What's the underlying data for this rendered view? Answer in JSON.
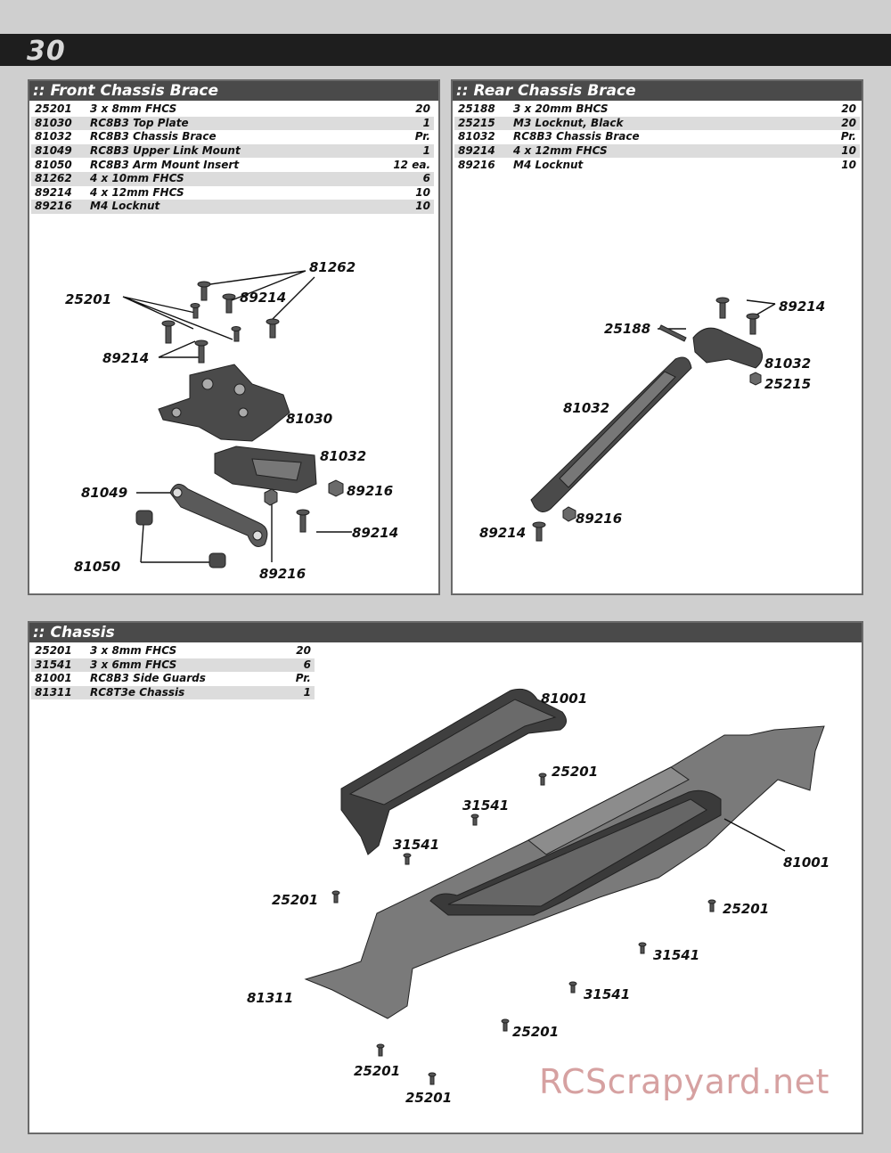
{
  "page": {
    "number": "30"
  },
  "front": {
    "title": ":: Front Chassis Brace",
    "parts": [
      {
        "no": "25201",
        "desc": "3 x 8mm FHCS",
        "qty": "20"
      },
      {
        "no": "81030",
        "desc": "RC8B3 Top Plate",
        "qty": "1"
      },
      {
        "no": "81032",
        "desc": "RC8B3 Chassis Brace",
        "qty": "Pr."
      },
      {
        "no": "81049",
        "desc": "RC8B3 Upper Link Mount",
        "qty": "1"
      },
      {
        "no": "81050",
        "desc": "RC8B3 Arm Mount Insert",
        "qty": "12 ea."
      },
      {
        "no": "81262",
        "desc": "4 x 10mm FHCS",
        "qty": "6"
      },
      {
        "no": "89214",
        "desc": "4 x 12mm FHCS",
        "qty": "10"
      },
      {
        "no": "89216",
        "desc": "M4 Locknut",
        "qty": "10"
      }
    ],
    "labels": {
      "l81262": "81262",
      "l25201": "25201",
      "l89214a": "89214",
      "l89214b": "89214",
      "l81030": "81030",
      "l81032": "81032",
      "l81049": "81049",
      "l89216a": "89216",
      "l89214c": "89214",
      "l81050": "81050",
      "l89216b": "89216"
    }
  },
  "rear": {
    "title": ":: Rear Chassis Brace",
    "parts": [
      {
        "no": "25188",
        "desc": "3 x 20mm BHCS",
        "qty": "20"
      },
      {
        "no": "25215",
        "desc": "M3 Locknut, Black",
        "qty": "20"
      },
      {
        "no": "81032",
        "desc": "RC8B3 Chassis Brace",
        "qty": "Pr."
      },
      {
        "no": "89214",
        "desc": "4 x 12mm FHCS",
        "qty": "10"
      },
      {
        "no": "89216",
        "desc": "M4 Locknut",
        "qty": "10"
      }
    ],
    "labels": {
      "l89214a": "89214",
      "l25188": "25188",
      "l81032a": "81032",
      "l25215": "25215",
      "l81032b": "81032",
      "l89216": "89216",
      "l89214b": "89214"
    }
  },
  "chassis": {
    "title": ":: Chassis",
    "parts": [
      {
        "no": "25201",
        "desc": "3 x 8mm FHCS",
        "qty": "20"
      },
      {
        "no": "31541",
        "desc": "3 x 6mm FHCS",
        "qty": "6"
      },
      {
        "no": "81001",
        "desc": "RC8B3 Side Guards",
        "qty": "Pr."
      },
      {
        "no": "81311",
        "desc": "RC8T3e Chassis",
        "qty": "1"
      }
    ],
    "labels": {
      "l81001a": "81001",
      "l25201a": "25201",
      "l31541a": "31541",
      "l31541b": "31541",
      "l81001b": "81001",
      "l25201b": "25201",
      "l25201c": "25201",
      "l31541c": "31541",
      "l81311": "81311",
      "l31541d": "31541",
      "l25201d": "25201",
      "l25201e": "25201",
      "l25201f": "25201"
    }
  },
  "watermark": "RCScrapyard.net",
  "colors": {
    "header": "#1e1e1e",
    "panel_head": "#4a4a4a",
    "row_alt": "#dcdcdc",
    "part": "#555555"
  }
}
